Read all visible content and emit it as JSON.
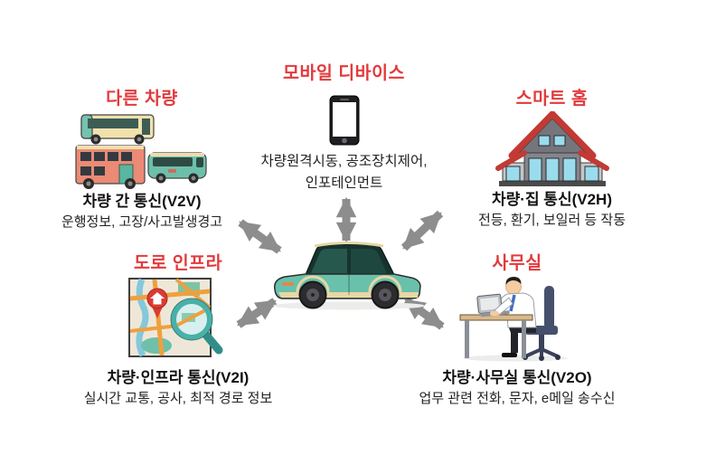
{
  "colors": {
    "accent": "#e23a3c",
    "arrow": "#8d8d8d",
    "heading-text": "#111111",
    "body-text": "#222222"
  },
  "nodes": {
    "other_vehicles": {
      "title": "다른 차량",
      "icon": "buses-icon",
      "subtitle": "차량 간 통신(V2V)",
      "description": "운행정보, 고장/사고발생경고"
    },
    "mobile_device": {
      "title": "모바일 디바이스",
      "icon": "smartphone-icon",
      "description_line1": "차량원격시동, 공조장치제어,",
      "description_line2": "인포테인먼트"
    },
    "smart_home": {
      "title": "스마트 홈",
      "icon": "house-icon",
      "subtitle": "차량·집 통신(V2H)",
      "description": "전등, 환기, 보일러 등 작동"
    },
    "road_infra": {
      "title": "도로 인프라",
      "icon": "map-magnifier-icon",
      "subtitle": "차량·인프라 통신(V2I)",
      "description": "실시간 교통, 공사, 최적 경로 정보"
    },
    "office": {
      "title": "사무실",
      "icon": "office-worker-icon",
      "subtitle": "차량·사무실 통신(V2O)",
      "description": "업무 관련 전화, 문자, e메일 송수신"
    },
    "center": {
      "icon": "car-icon"
    }
  }
}
